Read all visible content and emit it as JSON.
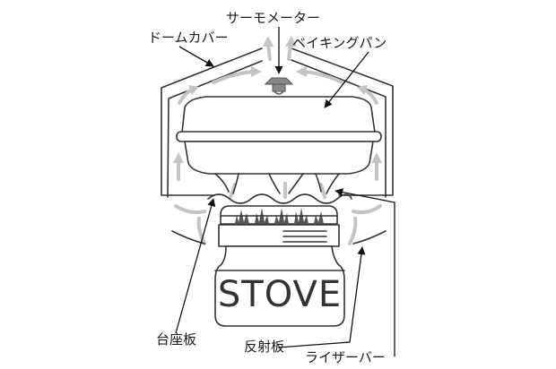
{
  "labels": {
    "thermometer": "サーモメーター",
    "dome_cover": "ドームカバー",
    "baking_pan": "ベイキングパン",
    "base_plate": "台座板",
    "reflector": "反射板",
    "riser_bar": "ライザーバー"
  },
  "stove_text": "STOVE",
  "colors": {
    "line": "#333333",
    "airflow": "#c4c4c4",
    "background": "#ffffff"
  }
}
